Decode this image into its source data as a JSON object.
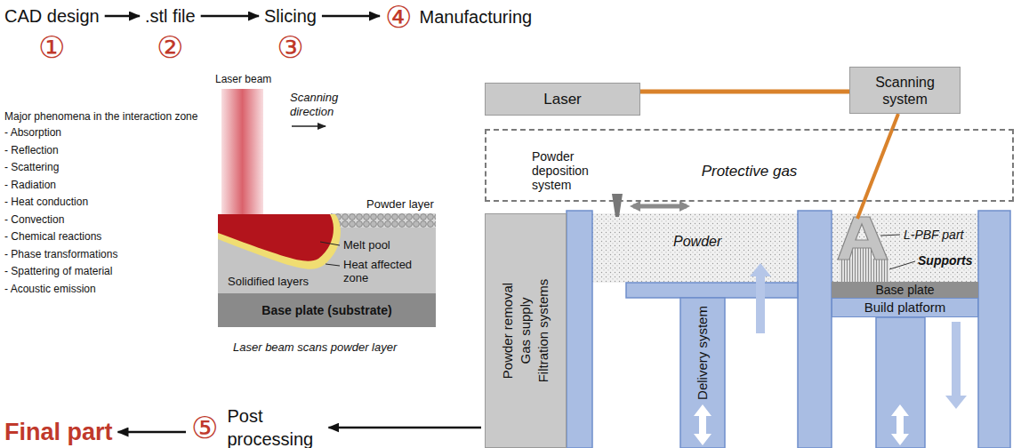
{
  "diagram": {
    "nodes": [
      {
        "text": [
          "CAD design",
          "①"
        ]
      },
      {
        "text": [
          ".stl file",
          "②"
        ]
      },
      {
        "text": [
          "Slicing",
          "③"
        ]
      },
      {
        "text": [
          "④",
          "Manufacturing"
        ]
      },
      {
        "text": [
          "⑤",
          "Post processing"
        ]
      },
      {
        "text": [
          "Final part"
        ]
      },
      {
        "text": [
          "Laser"
        ]
      },
      {
        "text": [
          "Scanning system"
        ]
      },
      {
        "text": [
          "Protective gas"
        ]
      },
      {
        "text": [
          "Powder removal Gas supply Filtration systems"
        ]
      },
      {
        "text": [
          "Delivery system"
        ]
      },
      {
        "text": [
          "Base plate"
        ]
      },
      {
        "text": [
          "Build platform"
        ]
      },
      {
        "text": [
          "Base plate (substrate)"
        ]
      }
    ],
    "edges": [
      {
        "from": 0,
        "to": 1,
        "arrow": "to"
      },
      {
        "from": 1,
        "to": 2,
        "arrow": "to"
      },
      {
        "from": 2,
        "to": 3,
        "arrow": "to"
      },
      {
        "from": 9,
        "to": 4,
        "arrow": "to"
      },
      {
        "from": 4,
        "to": 5,
        "arrow": "to"
      },
      {
        "from": 6,
        "to": 7,
        "arrow": "none"
      }
    ],
    "labels": [
      "Major phenomena in the interaction zone",
      "- Absorption",
      "- Reflection",
      "- Scattering",
      "- Radiation",
      "- Heat conduction",
      "- Convection",
      "- Chemical reactions",
      "- Phase transformations",
      "- Spattering of material",
      "- Acoustic emission",
      "Laser beam",
      "Scanning direction",
      "Powder layer",
      "Melt pool",
      "Heat affected zone",
      "Solidified layers",
      "Laser beam scans powder layer",
      "Powder deposition system",
      "Powder",
      "L-PBF part",
      "Supports"
    ]
  }
}
